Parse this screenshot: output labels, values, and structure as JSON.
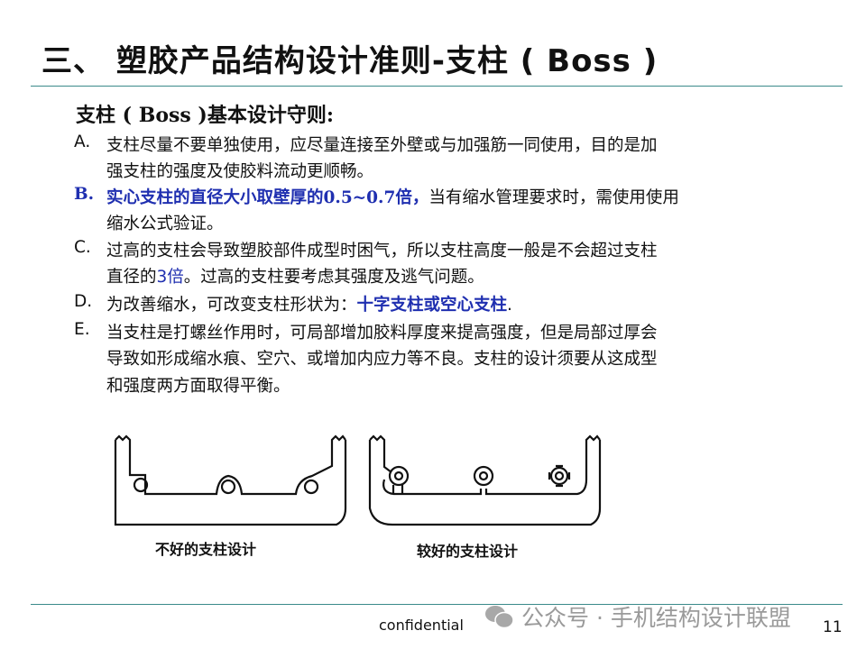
{
  "title": "三、 塑胶产品结构设计准则-支柱 ( Boss )",
  "subtitle": "支柱 ( Boss )基本设计守则:",
  "items": [
    {
      "marker": "A.",
      "lines": [
        "支柱尽量不要单独使用，应尽量连接至外壁或与加强筋一同使用，目的是加",
        "强支柱的强度及使胶料流动更顺畅。"
      ]
    },
    {
      "marker": "B.",
      "highlight": "实心支柱的直径大小取壁厚的0.5~0.7倍，",
      "rest": "当有缩水管理要求时，需使用使用",
      "lines": [
        "缩水公式验证。"
      ]
    },
    {
      "marker": "C.",
      "lines": [
        "过高的支柱会导致塑胶部件成型时困气，所以支柱高度一般是不会超过支柱"
      ],
      "pre": "直径的",
      "num": "3倍",
      "post": "。过高的支柱要考虑其强度及逃气问题。"
    },
    {
      "marker": "D.",
      "pre": "为改善缩水，可改变支柱形状为：",
      "highlight": "十字支柱或空心支柱",
      "post": "."
    },
    {
      "marker": "E.",
      "lines": [
        "当支柱是打螺丝作用时，可局部增加胶料厚度来提高强度，但是局部过厚会",
        "导致如形成缩水痕、空穴、或增加内应力等不良。支柱的设计须要从这成型",
        "和强度两方面取得平衡。"
      ]
    }
  ],
  "figure": {
    "bad_caption": "不好的支柱设计",
    "good_caption": "较好的支柱设计"
  },
  "footer": {
    "confidential": "confidential",
    "page": "11",
    "watermark": "公众号 · 手机结构设计联盟"
  },
  "colors": {
    "accent_line": "#3a8a8a",
    "highlight": "#1f2fb0"
  }
}
